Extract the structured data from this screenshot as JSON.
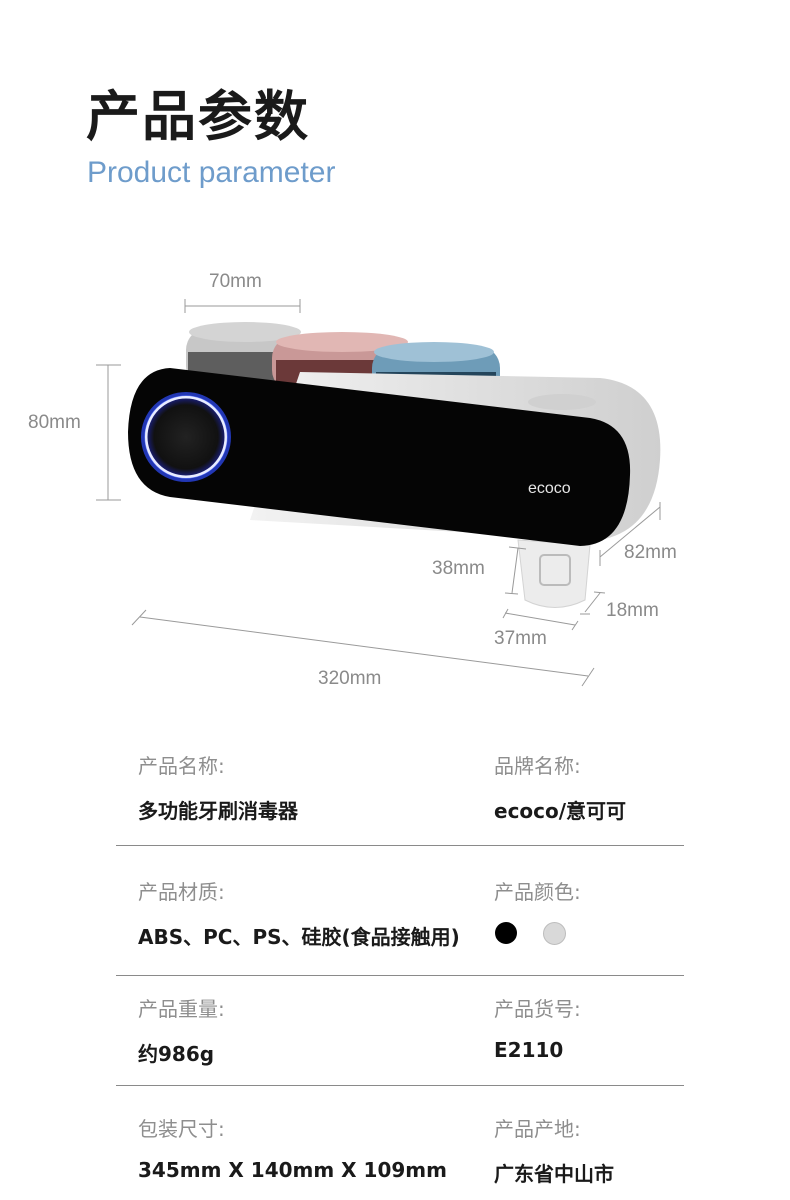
{
  "header": {
    "title": "产品参数",
    "subtitle": "Product parameter"
  },
  "product_image": {
    "brand_logo": "ecoco",
    "dimensions": {
      "cup_width": "70mm",
      "height": "80mm",
      "depth": "82mm",
      "holder_height": "38mm",
      "holder_depth": "18mm",
      "holder_width": "37mm",
      "length": "320mm"
    }
  },
  "specs": [
    {
      "label": "产品名称:",
      "value": "多功能牙刷消毒器"
    },
    {
      "label": "品牌名称:",
      "value": "ecoco/意可可"
    },
    {
      "label": "产品材质:",
      "value": "ABS、PC、PS、硅胶(食品接触用)"
    },
    {
      "label": "产品颜色:",
      "colors": [
        "#000000",
        "#d9d9d9"
      ]
    },
    {
      "label": "产品重量:",
      "value": "约986g"
    },
    {
      "label": "产品货号:",
      "value": "E2110"
    },
    {
      "label": "包装尺寸:",
      "value": "345mm X 140mm X 109mm"
    },
    {
      "label": "产品产地:",
      "value": "广东省中山市"
    }
  ],
  "colors": {
    "accent": "#6e9ccb",
    "ring": "#2f4dff"
  }
}
